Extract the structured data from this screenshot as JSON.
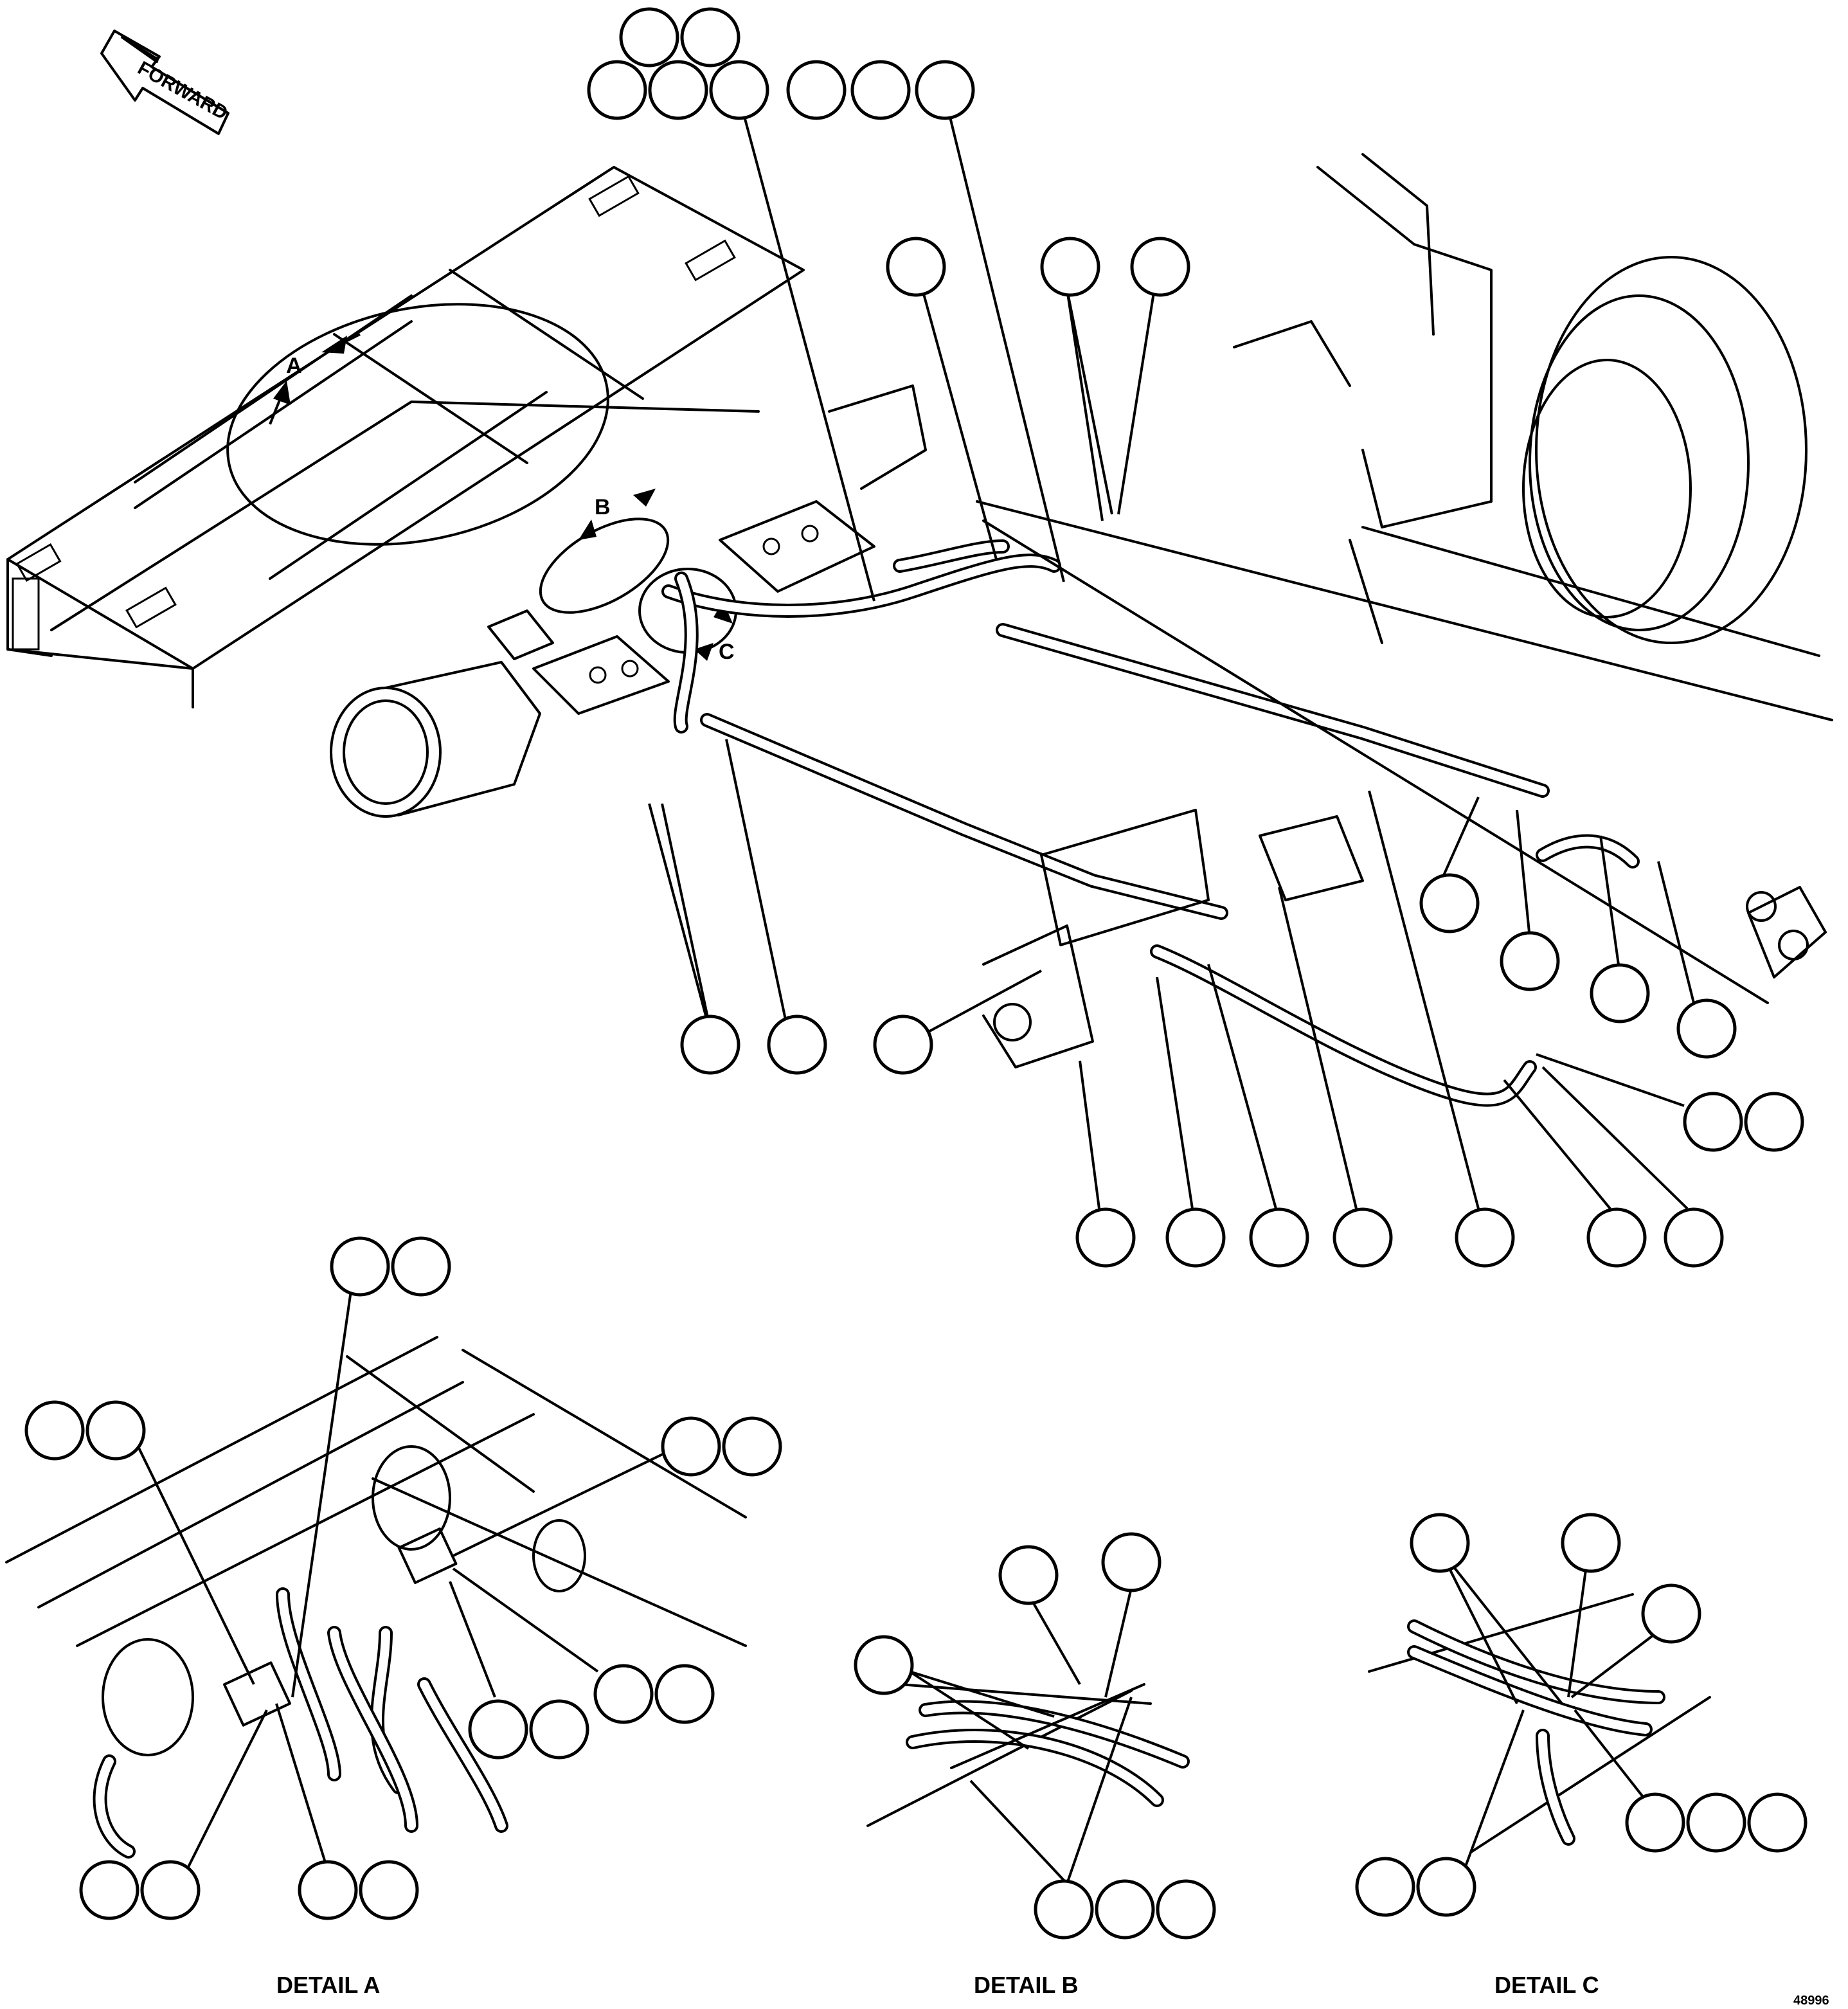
{
  "forward_label": "FORWARD",
  "detail_callouts": {
    "a": "A",
    "b": "B",
    "c": "C"
  },
  "detail_titles": {
    "a": "DETAIL A",
    "b": "DETAIL B",
    "c": "DETAIL C"
  },
  "drawing_number": "48996"
}
